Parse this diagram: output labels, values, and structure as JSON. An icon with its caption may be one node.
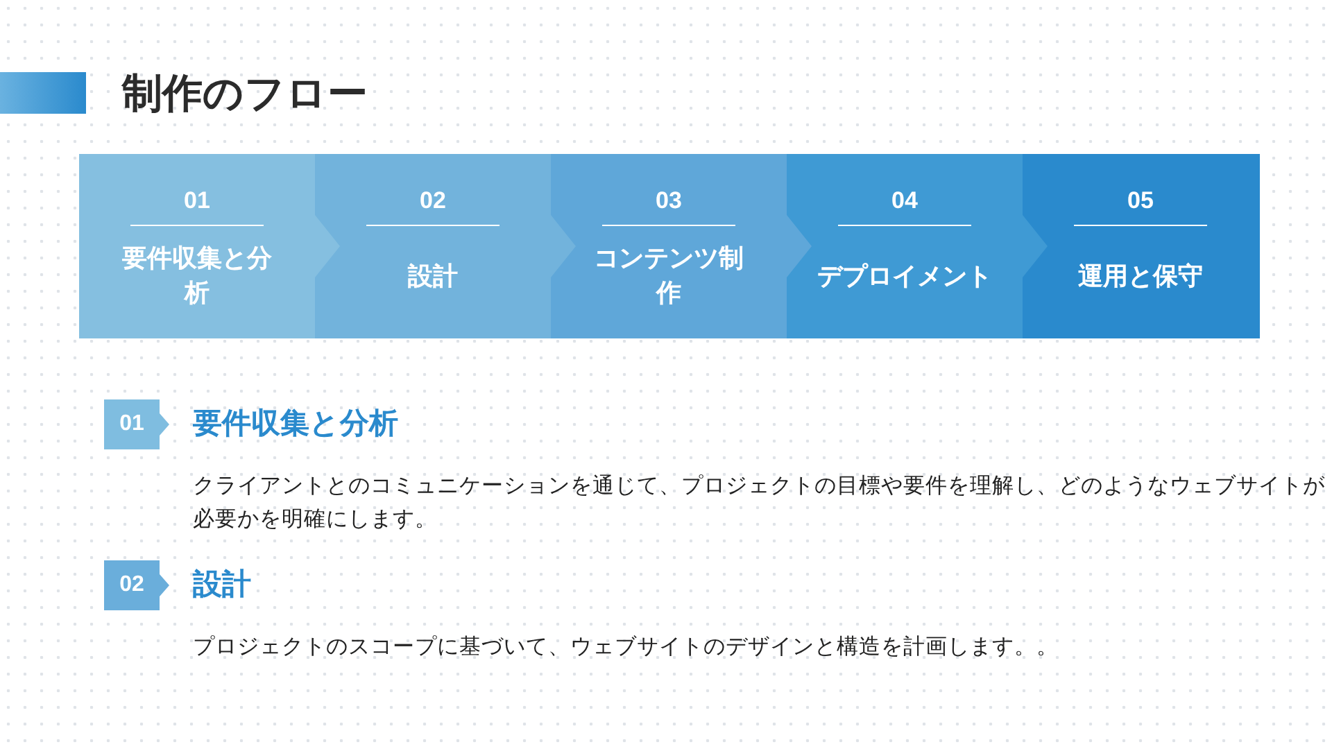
{
  "diagram": {
    "title": "制作のフロー",
    "nodes": [
      {
        "text": [
          "01",
          "要件収集と分析"
        ]
      },
      {
        "text": [
          "02",
          "設計"
        ]
      },
      {
        "text": [
          "03",
          "コンテンツ制作"
        ]
      },
      {
        "text": [
          "04",
          "デプロイメント"
        ]
      },
      {
        "text": [
          "05",
          "運用と保守"
        ]
      },
      {
        "text": [
          "01"
        ],
        "beside": [
          "要件収集と分析",
          "クライアントとのコミュニケーションを通じて、プロジェクトの目標や要件を理解し、どのようなウェブサイトが必要かを明確にします。"
        ]
      },
      {
        "text": [
          "02"
        ],
        "beside": [
          "設計",
          "プロジェクトのスコープに基づいて、ウェブサイトのデザインと構造を計画します。。"
        ]
      }
    ],
    "edges": []
  }
}
